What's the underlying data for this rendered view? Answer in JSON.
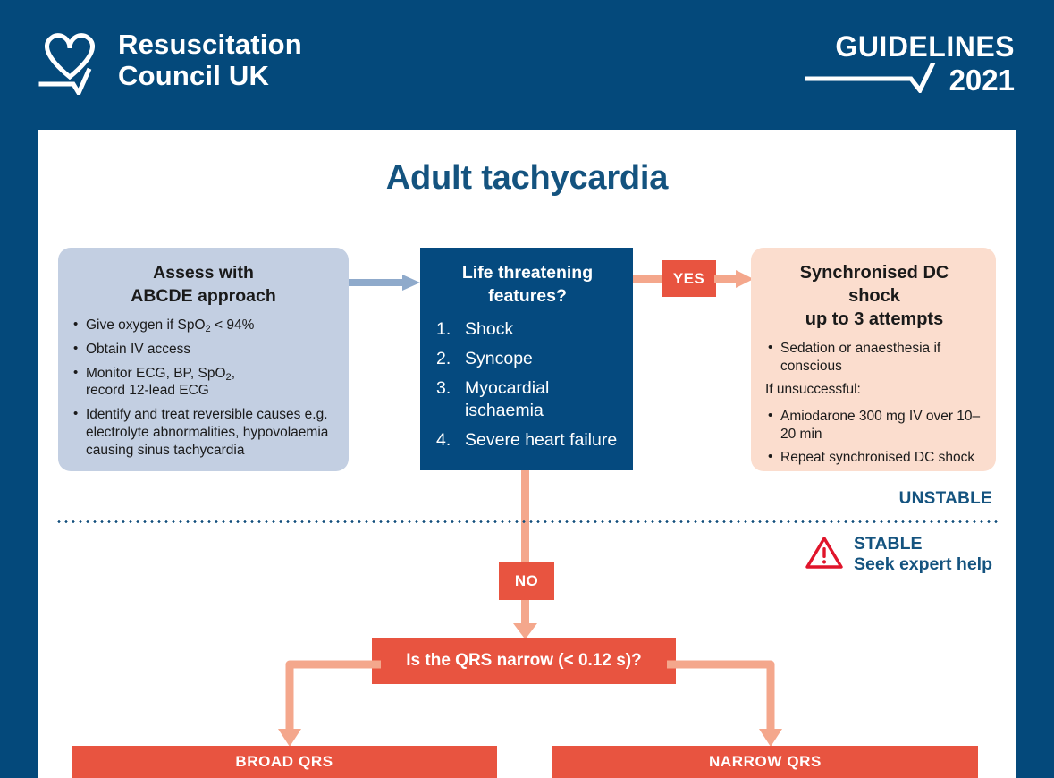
{
  "header": {
    "org_name_line1": "Resuscitation",
    "org_name_line2": "Council UK",
    "logo_icon": "heart-ecg-icon",
    "guidelines_word": "GUIDELINES",
    "guidelines_year": "2021",
    "guidelines_icon": "checkmark-underline-icon"
  },
  "colors": {
    "navy_background": "#04497B",
    "card_background": "#FFFFFF",
    "title_blue": "#14537F",
    "box_assess_blue": "#C3CFE2",
    "box_life_navy": "#054A7F",
    "box_dc_peach": "#FBDDCE",
    "accent_red": "#E85440",
    "connector_salmon": "#F4A78C",
    "arrow_blue_grey": "#8FAACB",
    "warning_red": "#E0152B"
  },
  "title": "Adult tachycardia",
  "assess": {
    "heading_line1": "Assess with",
    "heading_line2": "ABCDE approach",
    "bullets": [
      "Give oxygen if SpO2 < 94%",
      "Obtain IV access",
      "Monitor ECG, BP, SpO2, record 12-lead ECG",
      "Identify and treat reversible causes e.g. electrolyte abnormalities, hypovolaemia causing sinus tachycardia"
    ]
  },
  "life_threatening": {
    "heading_line1": "Life threatening",
    "heading_line2": "features?",
    "items": [
      "Shock",
      "Syncope",
      "Myocardial ischaemia",
      "Severe heart failure"
    ]
  },
  "dc_shock": {
    "heading_line1": "Synchronised DC",
    "heading_line2": "shock",
    "heading_line3": "up to 3 attempts",
    "bullet1": "Sedation or anaesthesia if conscious",
    "note": "If unsuccessful:",
    "bullet2": "Amiodarone 300 mg IV over 10–20 min",
    "bullet3": "Repeat synchronised DC shock"
  },
  "branches": {
    "yes_label": "YES",
    "no_label": "NO"
  },
  "divider": {
    "unstable_label": "UNSTABLE",
    "stable_label": "STABLE",
    "stable_sub": "Seek expert help",
    "warning_icon": "warning-triangle-icon"
  },
  "qrs": {
    "question": "Is the QRS narrow (< 0.12 s)?",
    "broad_label": "BROAD QRS",
    "narrow_label": "NARROW QRS"
  }
}
